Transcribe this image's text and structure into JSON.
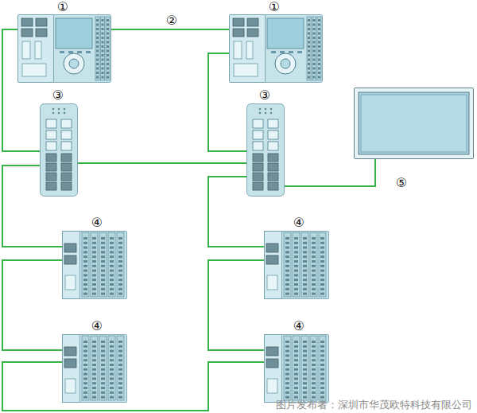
{
  "diagram": {
    "nodes": [
      {
        "text": [
          "①"
        ]
      },
      {
        "text": [
          "①"
        ]
      },
      {
        "text": [
          "③"
        ]
      },
      {
        "text": [
          "③"
        ]
      },
      {
        "text": [
          "⑤"
        ]
      },
      {
        "text": [
          "④"
        ]
      },
      {
        "text": [
          "④"
        ]
      },
      {
        "text": [
          "④"
        ]
      },
      {
        "text": [
          "④"
        ]
      }
    ],
    "edges": [
      {
        "from": 0,
        "to": 2,
        "arrow": "none"
      },
      {
        "from": 0,
        "to": 1,
        "label": "②",
        "arrow": "none"
      },
      {
        "from": 1,
        "to": 3,
        "arrow": "none"
      },
      {
        "from": 2,
        "to": 3,
        "arrow": "none"
      },
      {
        "from": 2,
        "to": 5,
        "arrow": "none"
      },
      {
        "from": 5,
        "to": 7,
        "arrow": "none"
      },
      {
        "from": 3,
        "to": 6,
        "arrow": "none"
      },
      {
        "from": 6,
        "to": 8,
        "arrow": "none"
      },
      {
        "from": 7,
        "to": 8,
        "arrow": "none"
      },
      {
        "from": 3,
        "to": 4,
        "arrow": "none"
      }
    ],
    "labels": [
      "图片发布者：深圳市华茂欧特科技有限公司"
    ]
  }
}
